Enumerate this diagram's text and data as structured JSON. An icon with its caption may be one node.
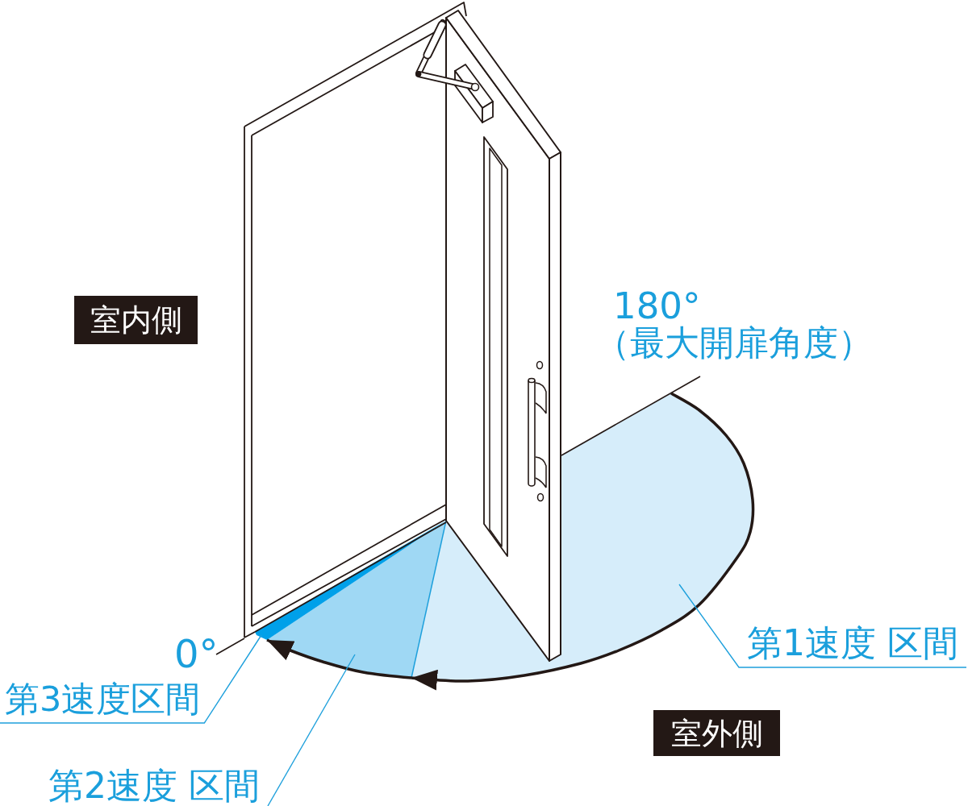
{
  "diagram": {
    "nodes": [
      {
        "text": [
          "室内側"
        ]
      },
      {
        "text": [
          "第1速度 区間"
        ]
      },
      {
        "text": [
          "第3速度区間"
        ]
      },
      {
        "text": [
          "室外側"
        ]
      },
      {
        "text": [
          "第2速度 区間"
        ]
      },
      {
        "text": [],
        "shape": "sector"
      },
      {
        "text": [],
        "shape": "sector"
      },
      {
        "text": [],
        "shape": "sector"
      }
    ],
    "edges": [
      {
        "from": 5,
        "to": 6,
        "arrow": "to",
        "style": "thick",
        "color": "#231815"
      },
      {
        "from": 6,
        "to": 7,
        "arrow": "to",
        "style": "thick",
        "color": "#231815"
      },
      {
        "from": 1,
        "to": 5,
        "arrow": "none"
      },
      {
        "from": 2,
        "to": 7,
        "arrow": "none"
      },
      {
        "from": 4,
        "to": 6,
        "arrow": "none"
      }
    ],
    "labels": [
      "180°",
      "（最大開扉角度）",
      "0°"
    ]
  }
}
